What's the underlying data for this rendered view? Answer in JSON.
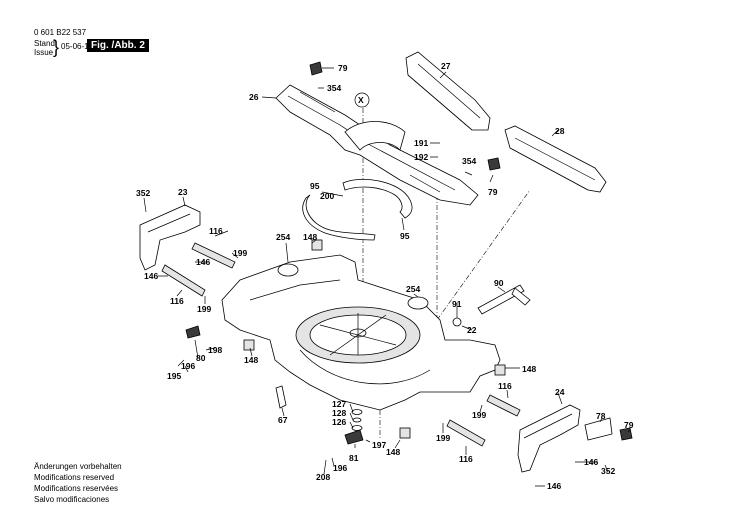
{
  "header": {
    "doc_number": "0 601 B22 537",
    "stand_label": "Stand",
    "issue_label": "Issue",
    "brace": "}",
    "date": "05-06-14",
    "figure_label": "Fig. /Abb. 2"
  },
  "footer": {
    "lines": [
      "Änderungen vorbehalten",
      "Modifications reserved",
      "Modifications reservées",
      "Salvo modificaciones"
    ]
  },
  "callouts": {
    "c79a": "79",
    "c354a": "354",
    "c26": "26",
    "cX": "X",
    "c27": "27",
    "c28": "28",
    "c191": "191",
    "c192": "192",
    "c354b": "354",
    "c79b": "79",
    "c352a": "352",
    "c23": "23",
    "c95a": "95",
    "c200": "200",
    "c95b": "95",
    "c116a": "116",
    "c199a": "199",
    "c146a": "146",
    "c146b": "146",
    "c254a": "254",
    "c148a": "148",
    "c116b": "116",
    "c199b": "199",
    "c90": "90",
    "c254b": "254",
    "c91": "91",
    "c22": "22",
    "c198": "198",
    "c80": "80",
    "c196a": "196",
    "c195": "195",
    "c148b": "148",
    "c148c": "148",
    "c116c": "116",
    "c199c": "199",
    "c24": "24",
    "c67": "67",
    "c127": "127",
    "c128": "128",
    "c126": "126",
    "c197": "197",
    "c81": "81",
    "c148d": "148",
    "c199d": "199",
    "c116d": "116",
    "c78": "78",
    "c79c": "79",
    "c146c": "146",
    "c352b": "352",
    "c196b": "196",
    "c208": "208",
    "c146d": "146"
  }
}
